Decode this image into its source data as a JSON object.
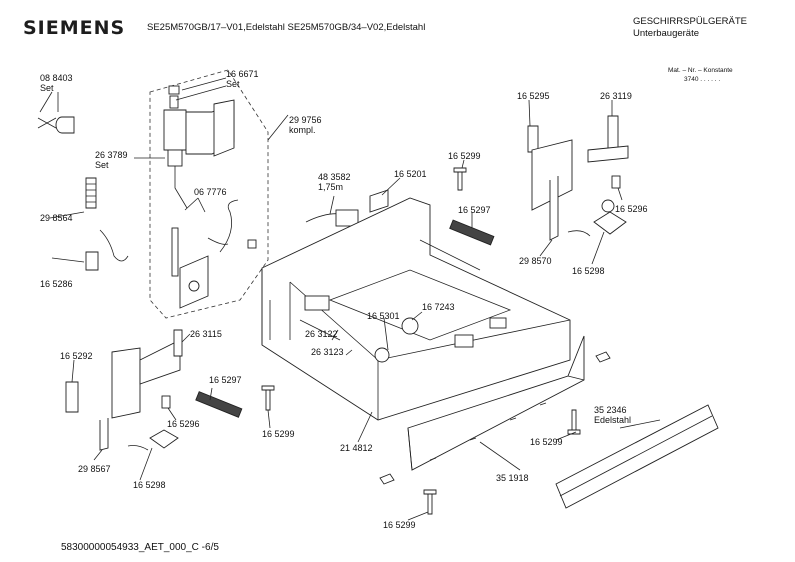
{
  "header": {
    "brand": "SIEMENS",
    "models": "SE25M570GB/17–V01,Edelstahl    SE25M570GB/34–V02,Edelstahl",
    "category": "GESCHIRRSPÜLGERÄTE",
    "subcategory": "Unterbaugeräte",
    "mat_label": "Mat. – Nr. – Konstante",
    "mat_value": "3740  .  .  .  .  .  ."
  },
  "labels": {
    "p088403": "08 8403",
    "p088403_set": "Set",
    "p166671": "16 6671",
    "p166671_set": "Set",
    "p299756": "29 9756",
    "p299756_kompl": "kompl.",
    "p263789": "26 3789",
    "p263789_set": "Set",
    "p067776": "06 7776",
    "p298564": "29 8564",
    "p165286": "16 5286",
    "p483582": "48 3582",
    "p483582_len": "1,75m",
    "p165201": "16 5201",
    "p165299_a": "16 5299",
    "p165297_a": "16 5297",
    "p165295": "16 5295",
    "p263119": "26 3119",
    "p165296_a": "16 5296",
    "p298570": "29 8570",
    "p165298_a": "16 5298",
    "p167243": "16 7243",
    "p165301": "16 5301",
    "p263122": "26 3122",
    "p263123": "26 3123",
    "p263115": "26 3115",
    "p165292": "16 5292",
    "p165297_b": "16 5297",
    "p165296_b": "16 5296",
    "p298567": "29 8567",
    "p165298_b": "16 5298",
    "p165299_b": "16 5299",
    "p214812": "21 4812",
    "p351918": "35 1918",
    "p165299_c": "16 5299",
    "p352346": "35 2346",
    "p352346_mat": "Edelstahl",
    "p165299_d": "16 5299"
  },
  "footer": {
    "docnum": "58300000054933_AET_000_C  -6/5"
  }
}
